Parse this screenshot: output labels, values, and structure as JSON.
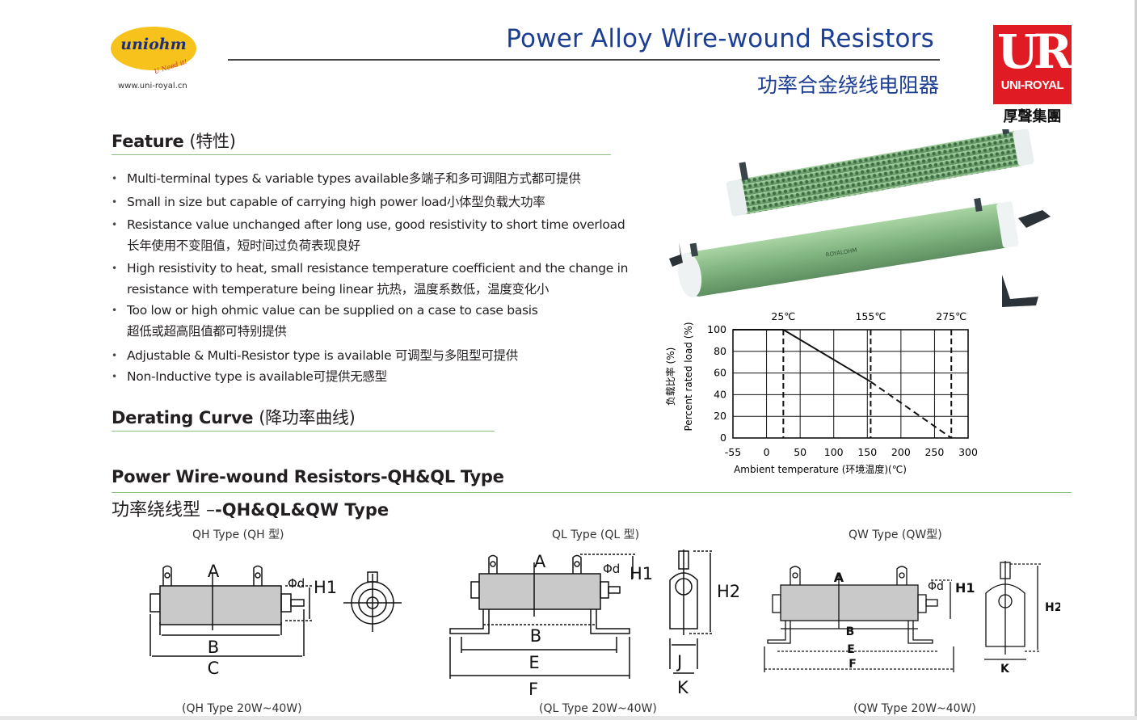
{
  "header": {
    "logo_text": "uniohm",
    "logo_tagline": "U Need it!",
    "website": "www.uni-royal.cn",
    "title_en": "Power Alloy Wire-wound  Resistors",
    "title_cn": "功率合金绕线电阻器",
    "brand_mark": "UR",
    "brand_name": "UNI-ROYAL",
    "brand_cn": "厚聲集團"
  },
  "feature": {
    "heading": "Feature",
    "heading_cn": "(特性)",
    "items": [
      {
        "l1": "Multi-terminal types & variable types available多端子和多可调阻方式都可提供",
        "l2": ""
      },
      {
        "l1": "Small in size but capable of carrying high power load小体型负载大功率",
        "l2": ""
      },
      {
        "l1": "Resistance value unchanged after long use, good resistivity to short time overload",
        "l2": "长年使用不变阻值，短时间过负荷表现良好"
      },
      {
        "l1": "High resistivity to heat, small resistance temperature coefficient and the change in",
        "l2": "resistance with temperature being linear 抗热，温度系数低，温度变化小"
      },
      {
        "l1": "Too low or high ohmic value can be supplied on a case to case basis",
        "l2": "超低或超高阻值都可特别提供"
      },
      {
        "l1": "Adjustable & Multi-Resistor type is available 可调型与多阻型可提供",
        "l2": ""
      },
      {
        "l1": "Non-Inductive type is available可提供无感型",
        "l2": ""
      }
    ]
  },
  "derating": {
    "heading": "Derating Curve",
    "heading_cn": "(降功率曲线)"
  },
  "product_image": {
    "label": "ROYALOHM",
    "color_body": "#8bbf8c"
  },
  "chart_data": {
    "type": "line",
    "x_ticks": [
      "-55",
      "0",
      "50",
      "100",
      "150",
      "200",
      "250",
      "300"
    ],
    "y_ticks": [
      "0",
      "20",
      "40",
      "60",
      "80",
      "100"
    ],
    "xlim": [
      -55,
      300
    ],
    "ylim": [
      0,
      100
    ],
    "xlabel": "Ambient temperature (环境温度)(℃)",
    "ylabel_cn": "负载比率 (%)",
    "ylabel_en": "Percent rated load (%)",
    "top_markers": [
      "25℃",
      "155℃",
      "275℃"
    ],
    "marker_values": [
      25,
      155,
      275
    ],
    "series": [
      {
        "x": [
          -55,
          25
        ],
        "y": [
          100,
          100
        ],
        "style": "solid"
      },
      {
        "x": [
          25,
          155
        ],
        "y": [
          100,
          52
        ],
        "style": "solid"
      },
      {
        "x": [
          155,
          275
        ],
        "y": [
          52,
          0
        ],
        "style": "dashed"
      }
    ],
    "grid": true
  },
  "types_section": {
    "heading": "Power Wire-wound Resistors-QH&QL Type",
    "heading_cn_prefix": "功率绕线型 –",
    "heading_cn_suffix": "-QH&QL&QW Type",
    "diagrams": [
      {
        "title": "QH Type (QH 型)",
        "caption": "(QH Type 20W~40W)",
        "labels": {
          "a": "A",
          "b": "B",
          "c": "C",
          "phid": "Φd",
          "h1": "H1"
        }
      },
      {
        "title": "QL Type (QL 型)",
        "caption": "(QL Type 20W~40W)",
        "labels": {
          "a": "A",
          "b": "B",
          "e": "E",
          "f": "F",
          "phid": "Φd",
          "h1": "H1",
          "h2": "H2",
          "j": "J",
          "k": "K"
        }
      },
      {
        "title": "QW Type (QW型)",
        "caption": "(QW Type 20W~40W)",
        "labels": {
          "a": "A",
          "b": "B",
          "e": "E",
          "f": "F",
          "phid": "Φd",
          "h1": "H1",
          "h2": "H2",
          "k": "K"
        }
      }
    ]
  }
}
